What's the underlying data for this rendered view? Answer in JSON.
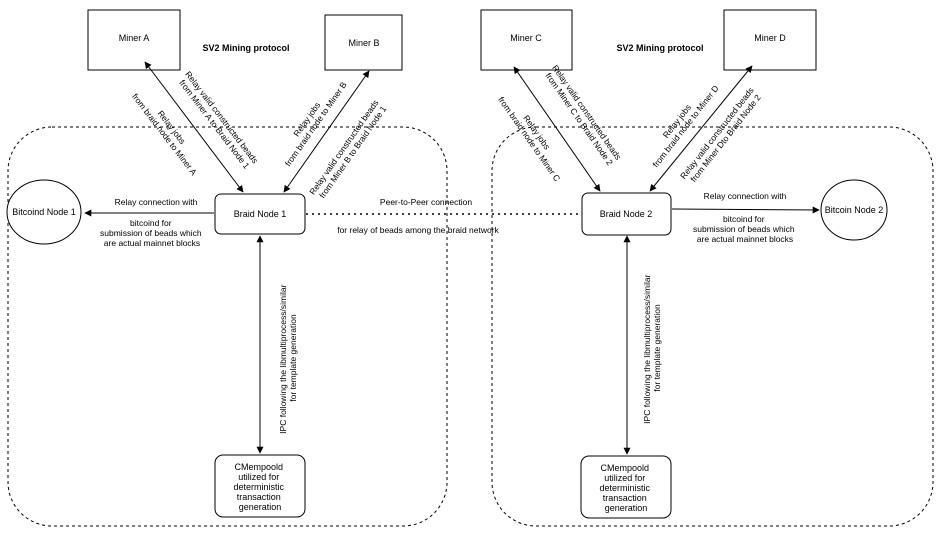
{
  "left": {
    "protocol_label": "SV2 Mining protocol",
    "miner_a": "Miner A",
    "miner_b": "Miner B",
    "braid_node": "Braid Node 1",
    "bitcoin_node": "Bitcoind Node 1",
    "relay_jobs_a": [
      "Relay jobs",
      "from braid node to Miner A"
    ],
    "relay_beads_a": [
      "Relay valid constructed beads",
      "from Miner A to Braid Node 1"
    ],
    "relay_jobs_b": [
      "Relay jobs",
      "from braid node to Miner B"
    ],
    "relay_beads_b": [
      "Relay valid constructed beads",
      "from Miner B to Braid Node 1"
    ],
    "relay_connection": "Relay connection with",
    "relay_desc": [
      "bitcoind for",
      "submission of beads which",
      "are actual mainnet blocks"
    ],
    "ipc": [
      "IPC  following the libmultiprocess/similar",
      "for template generation"
    ],
    "mempool": [
      "CMempoold",
      "utilized for",
      "deterministic",
      "transaction",
      "generation"
    ]
  },
  "right": {
    "protocol_label": "SV2 Mining protocol",
    "miner_c": "Miner C",
    "miner_d": "Miner D",
    "braid_node": "Braid Node 2",
    "bitcoin_node": "Bitcoin Node 2",
    "relay_jobs_c": [
      "Relay jobs",
      "from braid node to Miner C"
    ],
    "relay_beads_c": [
      "Relay valid constructed beads",
      "from Miner C to Braid Node 2"
    ],
    "relay_jobs_d": [
      "Relay jobs",
      "from braid node to Miner D"
    ],
    "relay_beads_d": [
      "Relay valid constructed beads",
      "from Miner Dto Braid Node 2"
    ],
    "relay_connection": "Relay connection with",
    "relay_desc": [
      "bitcoind for",
      "submission of beads which",
      "are actual mainnet blocks"
    ],
    "ipc": [
      "IPC  following the libmultiprocess/similar",
      "for template generation"
    ],
    "mempool": [
      "CMempoold",
      "utilized for",
      "deterministic",
      "transaction",
      "generation"
    ]
  },
  "p2p": {
    "title": "Peer-to-Peer connection",
    "subtitle": "for relay of beads among the braid network"
  }
}
